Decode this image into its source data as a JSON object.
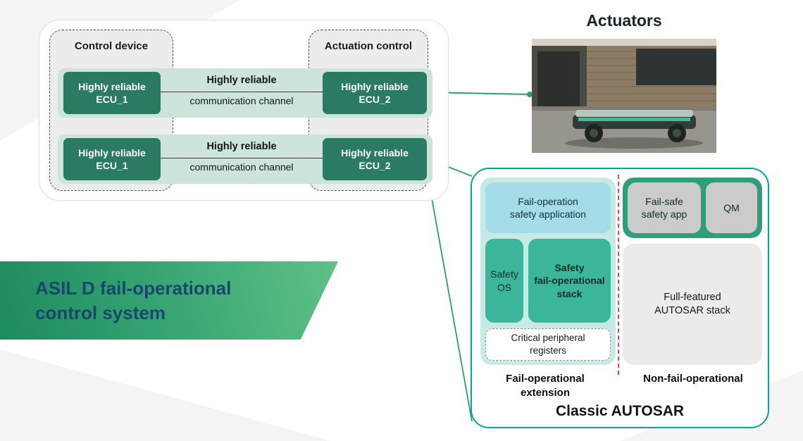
{
  "colors": {
    "ecu_green": "#2b7a63",
    "channel_band_green": "#cde4db",
    "dashed_box_gray": "#ececec",
    "connector_green": "#2f9e63",
    "autosar_border_teal": "#00a88c",
    "fail_op_bg_teal": "#c7eae5",
    "safety_app_cyan": "#a4dde7",
    "safety_stack_teal": "#3bb69a",
    "nonfail_group_green": "#2f9e7d",
    "gray_box": "#cbcbcb",
    "full_stack_gray": "#ebebeb",
    "red_divider": "#e0485e",
    "banner_gradient_start": "#1e8a5f",
    "banner_gradient_end": "#5fc287",
    "banner_text": "#17486b"
  },
  "control_system": {
    "control_device_label": "Control device",
    "actuation_control_label": "Actuation control",
    "rows": [
      {
        "ecu1": "Highly reliable\nECU_1",
        "channel_title": "Highly reliable",
        "channel_subtitle": "communication channel",
        "ecu2": "Highly reliable\nECU_2"
      },
      {
        "ecu1": "Highly reliable\nECU_1",
        "channel_title": "Highly reliable",
        "channel_subtitle": "communication channel",
        "ecu2": "Highly reliable\nECU_2"
      }
    ]
  },
  "actuators": {
    "title": "Actuators"
  },
  "banner": {
    "line1": "ASIL D fail-operational",
    "line2": "control system"
  },
  "autosar": {
    "title": "Classic AUTOSAR",
    "fail_operational": {
      "safety_application": "Fail-operation\nsafety application",
      "safety_os": "Safety\nOS",
      "safety_stack": "Safety\nfail-operational\nstack",
      "critical_registers": "Critical peripheral\nregisters",
      "label": "Fail-operational\nextension"
    },
    "non_fail_operational": {
      "fail_safe_app": "Fail-safe\nsafety app",
      "qm": "QM",
      "autosar_stack": "Full-featured\nAUTOSAR stack",
      "label": "Non-fail-operational"
    }
  }
}
